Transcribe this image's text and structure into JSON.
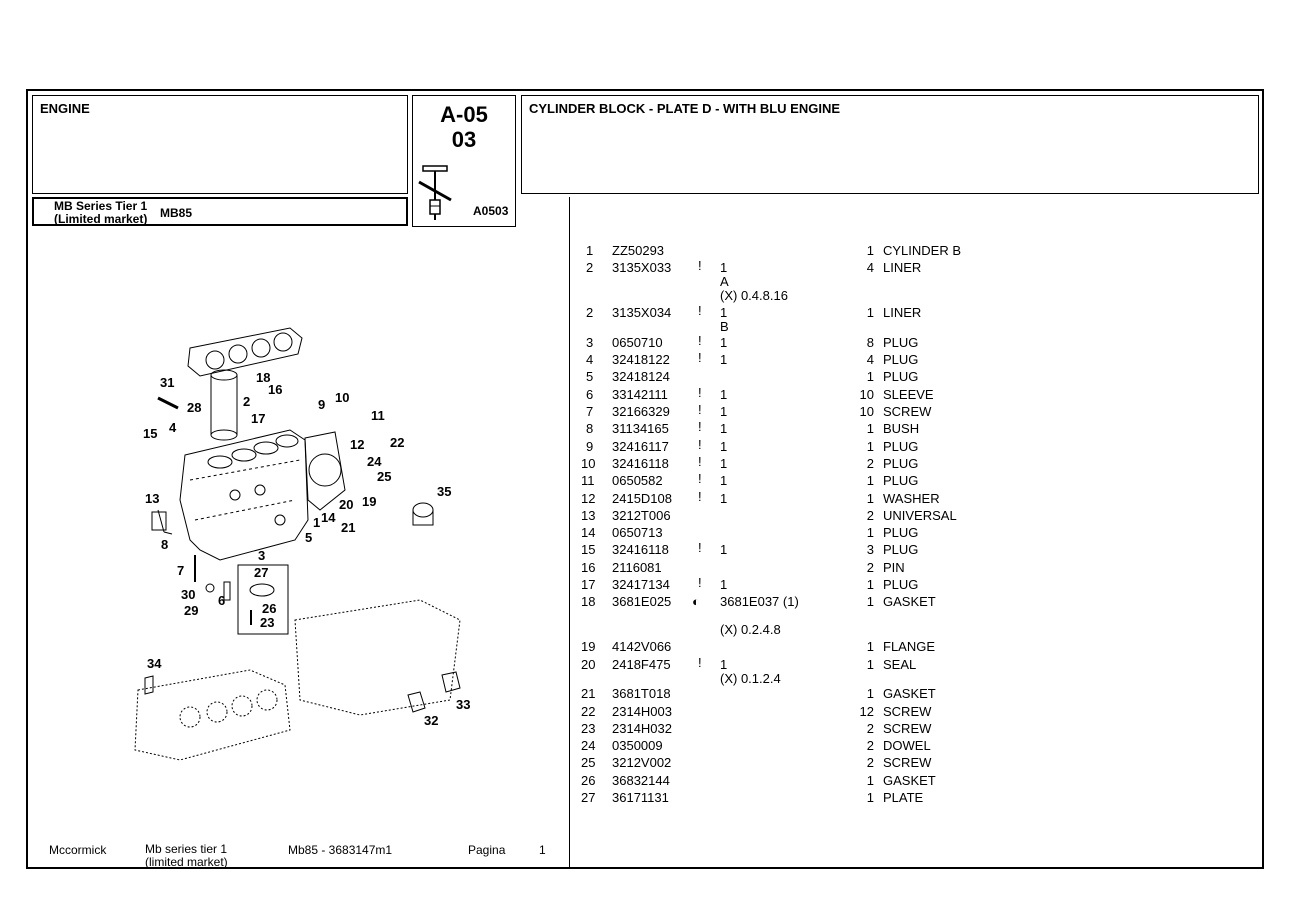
{
  "header": {
    "section": "ENGINE",
    "code_line1": "A-05",
    "code_line2": "03",
    "image_ref": "A0503",
    "title": "CYLINDER BLOCK - PLATE D - WITH BLU ENGINE",
    "series_line1": "MB Series Tier 1",
    "series_line2": "(Limited market)",
    "model": "MB85"
  },
  "parts": [
    {
      "ref": "1",
      "code": "ZZ50293",
      "flag": "",
      "qty": "1",
      "desc": "CYLINDER B"
    },
    {
      "ref": "2",
      "code": "3135X033",
      "flag": "!",
      "note": "1",
      "note2": "A",
      "note3": "(X) 0.4.8.16",
      "qty": "4",
      "desc": "LINER"
    },
    {
      "ref": "2",
      "code": "3135X034",
      "flag": "!",
      "note": "1",
      "note2": "B",
      "qty": "1",
      "desc": "LINER"
    },
    {
      "ref": "3",
      "code": "0650710",
      "flag": "!",
      "note": "1",
      "qty": "8",
      "desc": "PLUG"
    },
    {
      "ref": "4",
      "code": "32418122",
      "flag": "!",
      "note": "1",
      "qty": "4",
      "desc": "PLUG"
    },
    {
      "ref": "5",
      "code": "32418124",
      "qty": "1",
      "desc": "PLUG"
    },
    {
      "ref": "6",
      "code": "33142111",
      "flag": "!",
      "note": "1",
      "qty": "10",
      "desc": "SLEEVE"
    },
    {
      "ref": "7",
      "code": "32166329",
      "flag": "!",
      "note": "1",
      "qty": "10",
      "desc": "SCREW"
    },
    {
      "ref": "8",
      "code": "31134165",
      "flag": "!",
      "note": "1",
      "qty": "1",
      "desc": "BUSH"
    },
    {
      "ref": "9",
      "code": "32416117",
      "flag": "!",
      "note": "1",
      "qty": "1",
      "desc": "PLUG"
    },
    {
      "ref": "10",
      "code": "32416118",
      "flag": "!",
      "note": "1",
      "qty": "2",
      "desc": "PLUG"
    },
    {
      "ref": "11",
      "code": "0650582",
      "flag": "!",
      "note": "1",
      "qty": "1",
      "desc": "PLUG"
    },
    {
      "ref": "12",
      "code": "2415D108",
      "flag": "!",
      "note": "1",
      "qty": "1",
      "desc": "WASHER"
    },
    {
      "ref": "13",
      "code": "3212T006",
      "qty": "2",
      "desc": "UNIVERSAL"
    },
    {
      "ref": "14",
      "code": "0650713",
      "qty": "1",
      "desc": "PLUG"
    },
    {
      "ref": "15",
      "code": "32416118",
      "flag": "!",
      "note": "1",
      "qty": "3",
      "desc": "PLUG"
    },
    {
      "ref": "16",
      "code": "2116081",
      "qty": "2",
      "desc": "PIN"
    },
    {
      "ref": "17",
      "code": "32417134",
      "flag": "!",
      "note": "1",
      "qty": "1",
      "desc": "PLUG"
    },
    {
      "ref": "18",
      "code": "3681E025",
      "flag": "◐",
      "note": "3681E037  (1)",
      "note2": "(X) 0.2.4.8",
      "qty": "1",
      "desc": "GASKET"
    },
    {
      "ref": "19",
      "code": "4142V066",
      "qty": "1",
      "desc": "FLANGE"
    },
    {
      "ref": "20",
      "code": "2418F475",
      "flag": "!",
      "note": "1",
      "note2": "(X) 0.1.2.4",
      "qty": "1",
      "desc": "SEAL"
    },
    {
      "ref": "21",
      "code": "3681T018",
      "qty": "1",
      "desc": "GASKET"
    },
    {
      "ref": "22",
      "code": "2314H003",
      "qty": "12",
      "desc": "SCREW"
    },
    {
      "ref": "23",
      "code": "2314H032",
      "qty": "2",
      "desc": "SCREW"
    },
    {
      "ref": "24",
      "code": "0350009",
      "qty": "2",
      "desc": "DOWEL"
    },
    {
      "ref": "25",
      "code": "3212V002",
      "qty": "2",
      "desc": "SCREW"
    },
    {
      "ref": "26",
      "code": "36832144",
      "qty": "1",
      "desc": "GASKET"
    },
    {
      "ref": "27",
      "code": "36171131",
      "qty": "1",
      "desc": "PLATE"
    }
  ],
  "diagram_labels": [
    "1",
    "2",
    "3",
    "4",
    "5",
    "6",
    "7",
    "8",
    "9",
    "10",
    "11",
    "12",
    "13",
    "14",
    "15",
    "16",
    "17",
    "18",
    "19",
    "20",
    "21",
    "22",
    "23",
    "24",
    "25",
    "26",
    "27",
    "28",
    "29",
    "30",
    "31",
    "32",
    "33",
    "34",
    "35"
  ],
  "footer": {
    "brand": "Mccormick",
    "series_line1": "Mb series tier 1",
    "series_line2": "(limited market)",
    "model_code": "Mb85 - 3683147m1",
    "page_label": "Pagina",
    "page_number": "1"
  }
}
